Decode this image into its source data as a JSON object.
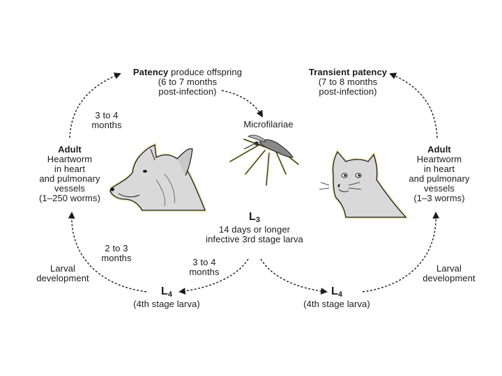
{
  "top_left": {
    "title_bold": "Patency",
    "title_rest": " produce offspring",
    "line2": "(6 to 7 months",
    "line3": "post-infection)"
  },
  "top_right": {
    "title_bold": "Transient patency",
    "line2": "(7 to 8 months",
    "line3": "post-infection)"
  },
  "arc_left_top": {
    "line1": "3 to 4",
    "line2": "months"
  },
  "microfilariae": "Microfilariae",
  "adult_dog": {
    "title": "Adult",
    "line2": "Heartworm",
    "line3": "in heart",
    "line4": "and pulmonary",
    "line5": "vessels",
    "line6": "(1–250 worms)"
  },
  "adult_cat": {
    "title": "Adult",
    "line2": "Heartworm",
    "line3": "in heart",
    "line4": "and pulmonary",
    "line5": "vessels",
    "line6": "(1–3 worms)"
  },
  "l3": {
    "letter": "L",
    "sub": "3",
    "line2": "14 days or longer",
    "line3": "infective 3rd stage larva"
  },
  "left_2to3": {
    "line1": "2 to 3",
    "line2": "months"
  },
  "left_3to4": {
    "line1": "3 to 4",
    "line2": "months"
  },
  "larval_left": {
    "line1": "Larval",
    "line2": "development"
  },
  "larval_right": {
    "line1": "Larval",
    "line2": "development"
  },
  "l4_left": {
    "letter": "L",
    "sub": "4",
    "line2": "(4th stage larva)"
  },
  "l4_right": {
    "letter": "L",
    "sub": "4",
    "line2": "(4th stage larva)"
  },
  "colors": {
    "ink": "#1a1a1a",
    "fur": "#d9d9d9",
    "glow": "#f2eec2"
  }
}
